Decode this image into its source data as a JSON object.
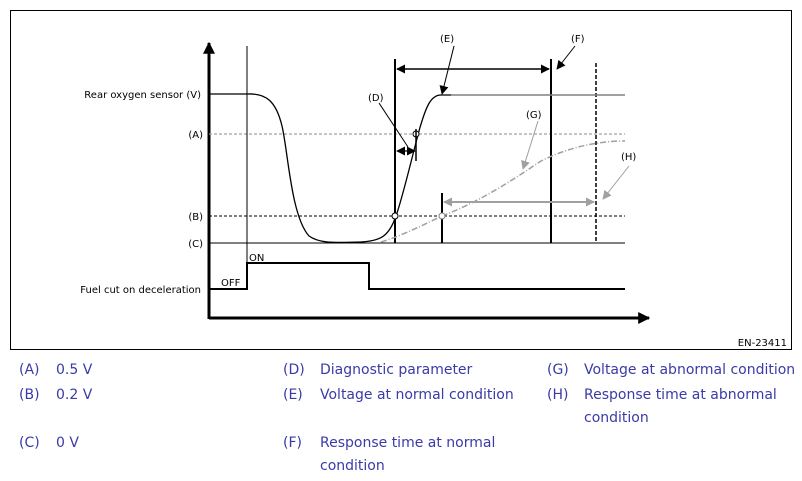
{
  "diagram": {
    "y_label": "Rear oxygen sensor (V)",
    "levels": {
      "a": "(A)",
      "b": "(B)",
      "c": "(C)"
    },
    "fuel_cut_label": "Fuel cut on deceleration",
    "state_on": "ON",
    "state_off": "OFF",
    "callouts": {
      "d": "(D)",
      "e": "(E)",
      "f": "(F)",
      "g": "(G)",
      "h": "(H)"
    },
    "figure_id": "EN-23411",
    "colors": {
      "normal_curve": "#000000",
      "abnormal_curve": "#a0a0a0",
      "legend_text": "#3a3aa8"
    }
  },
  "legend": [
    {
      "code": "(A)",
      "text": "0.5 V"
    },
    {
      "code": "(B)",
      "text": "0.2 V"
    },
    {
      "code": "(C)",
      "text": "0 V"
    },
    {
      "code": "(D)",
      "text": "Diagnostic parameter"
    },
    {
      "code": "(E)",
      "text": "Voltage at normal condition"
    },
    {
      "code": "(F)",
      "text": "Response time at normal condition"
    },
    {
      "code": "(G)",
      "text": "Voltage at abnormal condition"
    },
    {
      "code": "(H)",
      "text": "Response time at abnormal condition"
    }
  ]
}
